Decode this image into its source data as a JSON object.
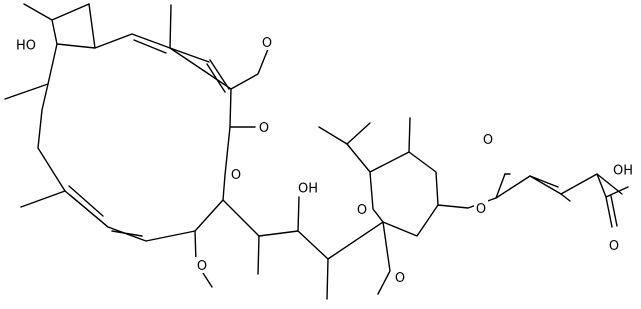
{
  "molecule": {
    "labels": {
      "ring_hydroxyl": "HO",
      "ring_methoxy": "O",
      "lactone_carbonyl": "O",
      "lactone_ring_oxygen": "O",
      "lower_methoxy": "O",
      "side_chain_hydroxyl": "OH",
      "pyran_ring_oxygen": "O",
      "pyran_methoxy": "O",
      "ester_oxygen": "O",
      "ester_carbonyl": "O",
      "acid_hydroxyl": "OH",
      "acid_carbonyl": "O"
    }
  }
}
